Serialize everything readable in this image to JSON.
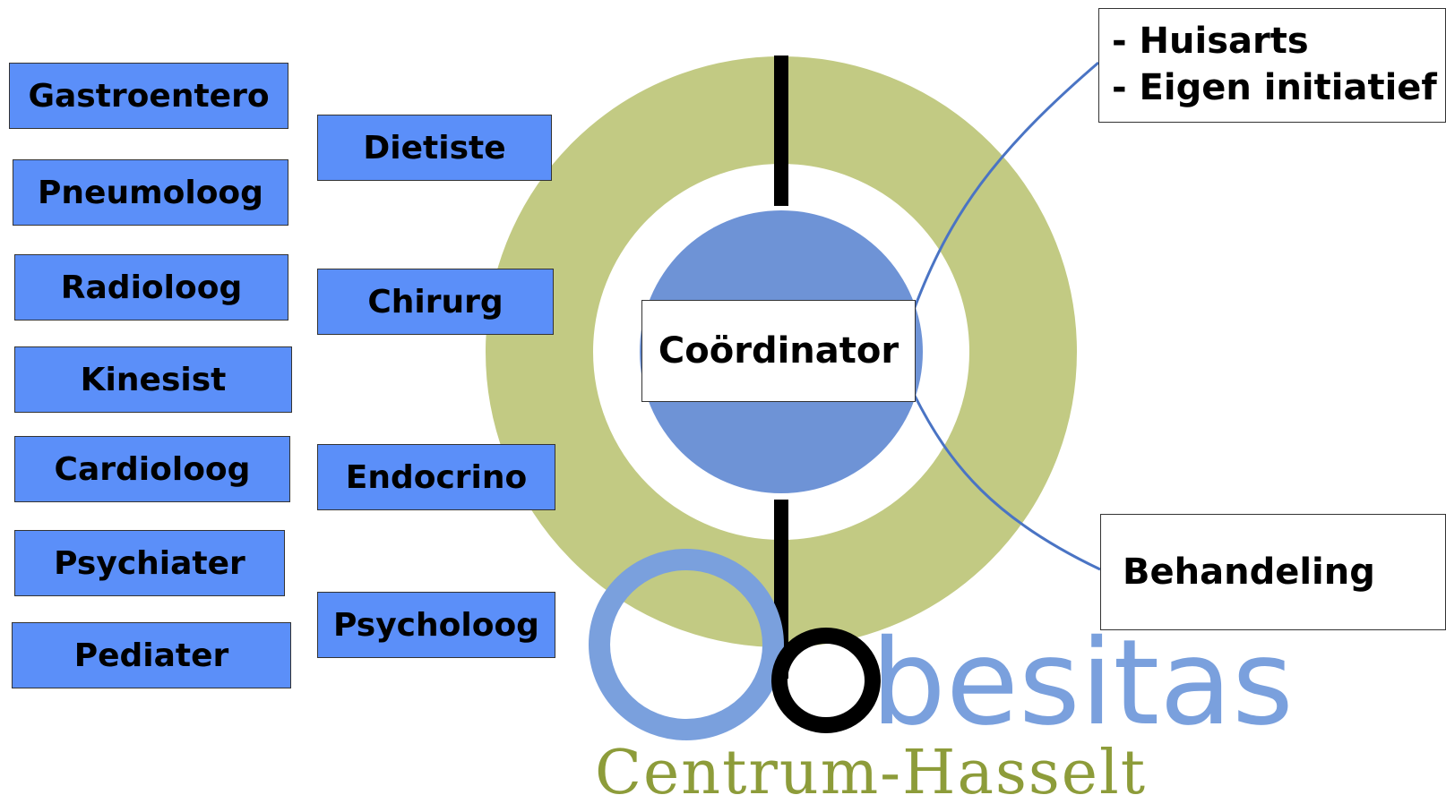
{
  "colors": {
    "ring": "#c2ca83",
    "inner_disc": "#6e93d6",
    "box_blue": "#5b8ff9",
    "logo_blue": "#7aa0dd",
    "logo_green": "#8d9c3a",
    "connector": "#4a74c4"
  },
  "specialists_left": [
    {
      "label": "Gastroentero"
    },
    {
      "label": "Pneumoloog"
    },
    {
      "label": "Radioloog"
    },
    {
      "label": "Kinesist"
    },
    {
      "label": "Cardioloog"
    },
    {
      "label": "Psychiater"
    },
    {
      "label": "Pediater"
    }
  ],
  "specialists_middle": [
    {
      "label": "Dietiste"
    },
    {
      "label": "Chirurg"
    },
    {
      "label": "Endocrino"
    },
    {
      "label": "Psycholoog"
    }
  ],
  "coordinator": "Coördinator",
  "referral_sources": [
    "- Huisarts",
    "- Eigen initiatief"
  ],
  "treatment": "Behandeling",
  "logo": {
    "name_letter": "O",
    "name_rest": "besitas",
    "subtitle": "Centrum-Hasselt"
  }
}
